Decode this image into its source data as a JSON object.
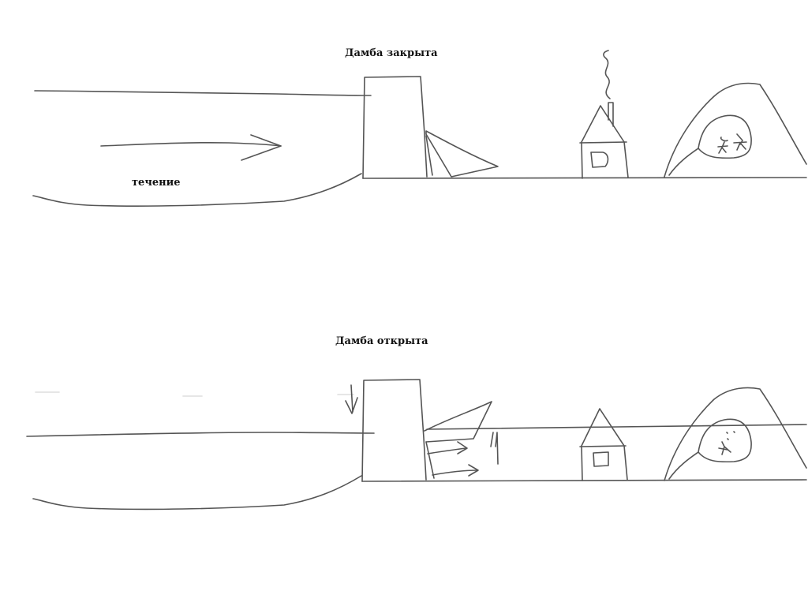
{
  "panels": {
    "closed": {
      "title": "Дамба закрыта",
      "flow_label": "течение"
    },
    "open": {
      "title": "Дамба открыта"
    }
  },
  "colors": {
    "background": "#ffffff",
    "stroke": "#555555",
    "text": "#111111"
  },
  "icons": [
    "dam-icon",
    "house-icon",
    "cave-icon",
    "arrow-icon",
    "smoke-icon",
    "person-icon"
  ]
}
